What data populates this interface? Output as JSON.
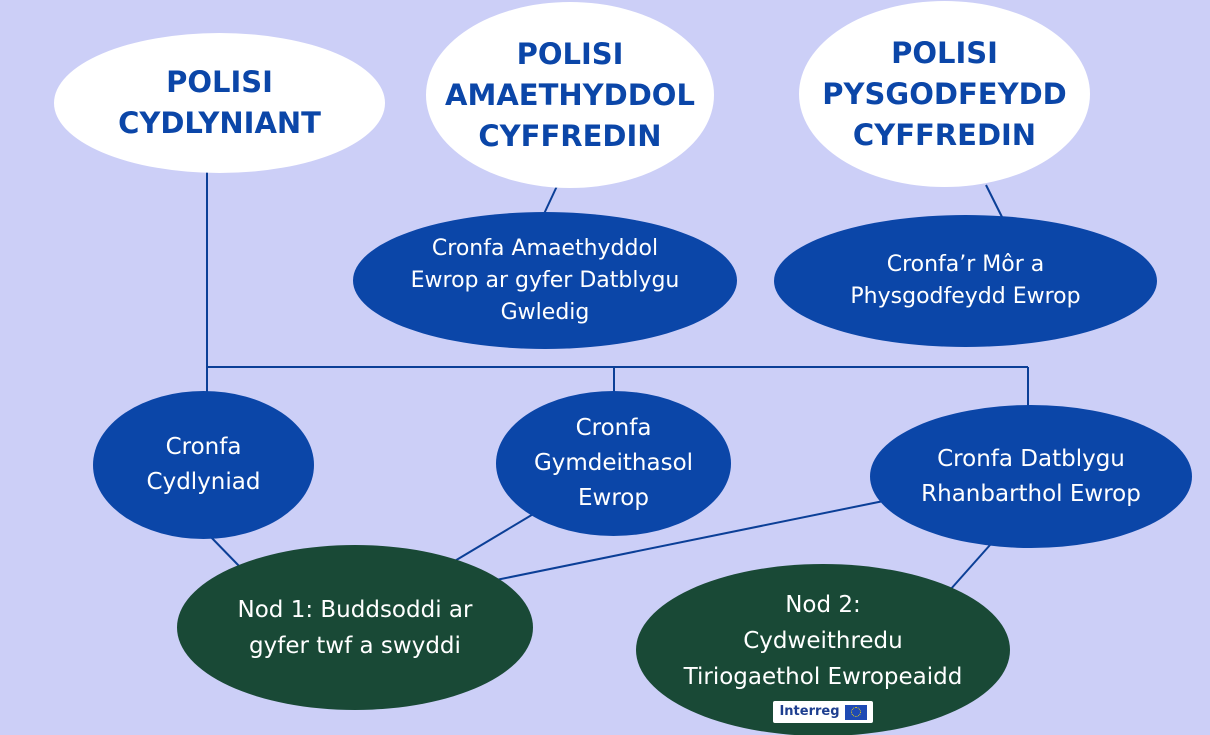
{
  "policies": {
    "cohesion": "POLISI\nCYDLYNIANT",
    "agriculture": "POLISI\nAMAETHYDDOL\nCYFFREDIN",
    "fisheries": "POLISI\nPYSGODFEYDD\nCYFFREDIN"
  },
  "funds": {
    "agricultural": "Cronfa Amaethyddol\nEwrop ar gyfer Datblygu\nGwledig",
    "maritime": "Cronfa’r Môr a\nPhysgodfeydd Ewrop",
    "cohesion": "Cronfa\nCydlyniad",
    "social": "Cronfa\nGymdeithasol\nEwrop",
    "regional": "Cronfa Datblygu\nRhanbarthol Ewrop"
  },
  "goals": {
    "goal1": "Nod 1: Buddsoddi ar\ngyfer twf a swyddi",
    "goal2": "Nod 2:\nCydweithredu\nTiriogaethol Ewropeaidd"
  },
  "logo": {
    "interreg": "Interreg",
    "icon": "eu-flag-icon"
  },
  "colors": {
    "background": "#cccff7",
    "policy_fill": "#ffffff",
    "policy_text": "#0b46a8",
    "fund_fill": "#0b46a8",
    "goal_fill": "#194936",
    "connector": "#0b3f97"
  }
}
